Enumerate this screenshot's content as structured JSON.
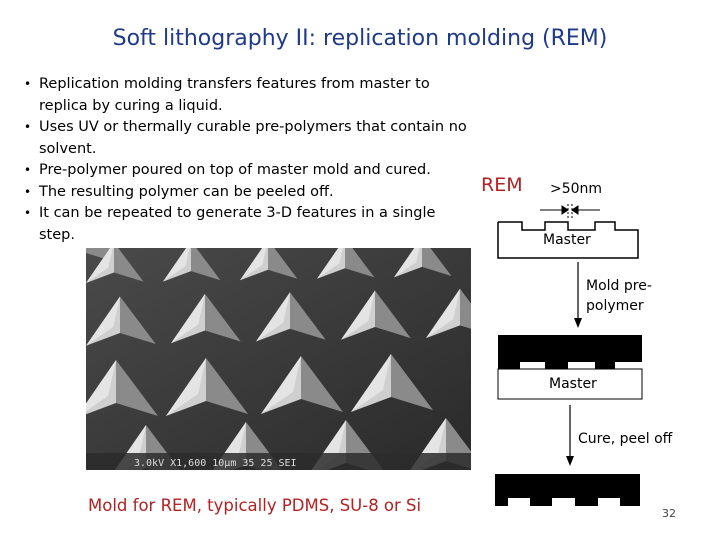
{
  "slide": {
    "title": "Soft lithography II: replication molding (REM)",
    "bullets": [
      "Replication molding transfers features from master to replica by curing a liquid.",
      "Uses UV or thermally curable pre-polymers that contain no solvent.",
      "Pre-polymer poured on top of master mold and cured.",
      "The resulting polymer can be peeled off.",
      "It can be repeated to generate 3-D features in a single step."
    ],
    "photo_caption": "Mold for REM, typically PDMS, SU-8 or Si",
    "sem_info": "3.0kV   X1,600   10μm   35 25 SEI",
    "page_number": "32"
  },
  "diagram": {
    "rem_label": "REM",
    "dimension_label": ">50nm",
    "step1_label": "Master",
    "step2_label": "Mold pre-\npolymer",
    "step3_label": "Master",
    "step4_label": "Cure, peel off"
  }
}
